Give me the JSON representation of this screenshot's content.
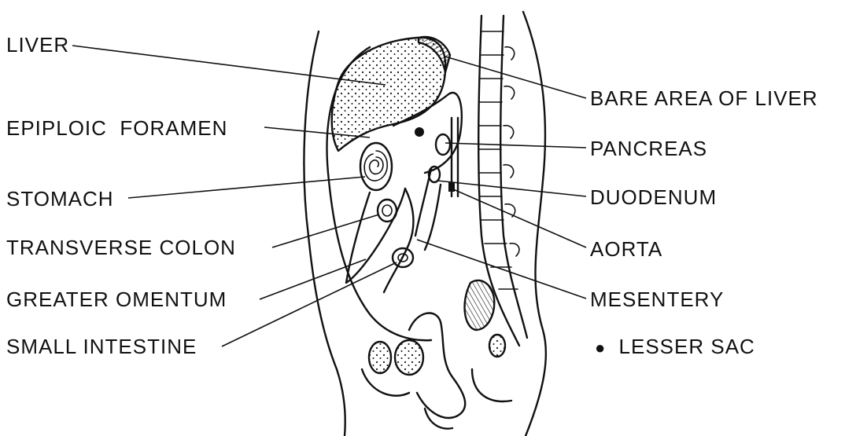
{
  "labels": {
    "liver": "LIVER",
    "epiploic_foramen": "EPIPLOIC  FORAMEN",
    "stomach": "STOMACH",
    "transverse_colon": "TRANSVERSE COLON",
    "greater_omentum": "GREATER OMENTUM",
    "small_intestine": "SMALL INTESTINE",
    "bare_area_of_liver": "BARE AREA OF LIVER",
    "pancreas": "PANCREAS",
    "duodenum": "DUODENUM",
    "aorta": "AORTA",
    "mesentery": "MESENTERY",
    "lesser_sac": "LESSER SAC"
  },
  "legend": {
    "marker": "●"
  },
  "colors": {
    "ink": "#111111",
    "background": "#ffffff"
  }
}
